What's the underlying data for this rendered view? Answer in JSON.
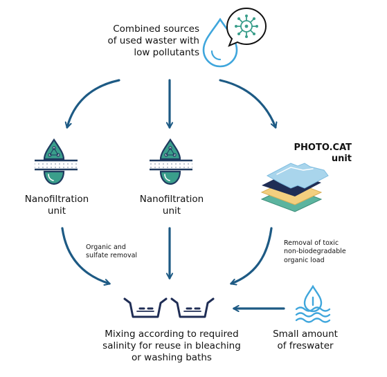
{
  "source": {
    "text": "Combined sources\nof used waster with\nlow pollutants"
  },
  "units": [
    {
      "label": "Nanofiltration\nunit"
    },
    {
      "label": "Nanofiltration\nunit"
    }
  ],
  "photocat": {
    "title": "PHOTO.CAT\nunit"
  },
  "notes": {
    "left": "Organic and\nsulfate removal",
    "right": "Removal of toxic\nnon-biodegradable\norganic load"
  },
  "mixing": {
    "text": "Mixing according to required\nsalinity for reuse in bleaching\nor washing baths"
  },
  "freshwater": {
    "text": "Small amount\nof freswater"
  },
  "colors": {
    "arrow": "#1d5a84",
    "teal": "#3a9e8b",
    "water_blue": "#3fa6dc",
    "navy": "#1f3a5f",
    "sheet_blue": "#a9d5ec",
    "sheet_yellow": "#f3cf7f",
    "sheet_green": "#5cb49f"
  }
}
